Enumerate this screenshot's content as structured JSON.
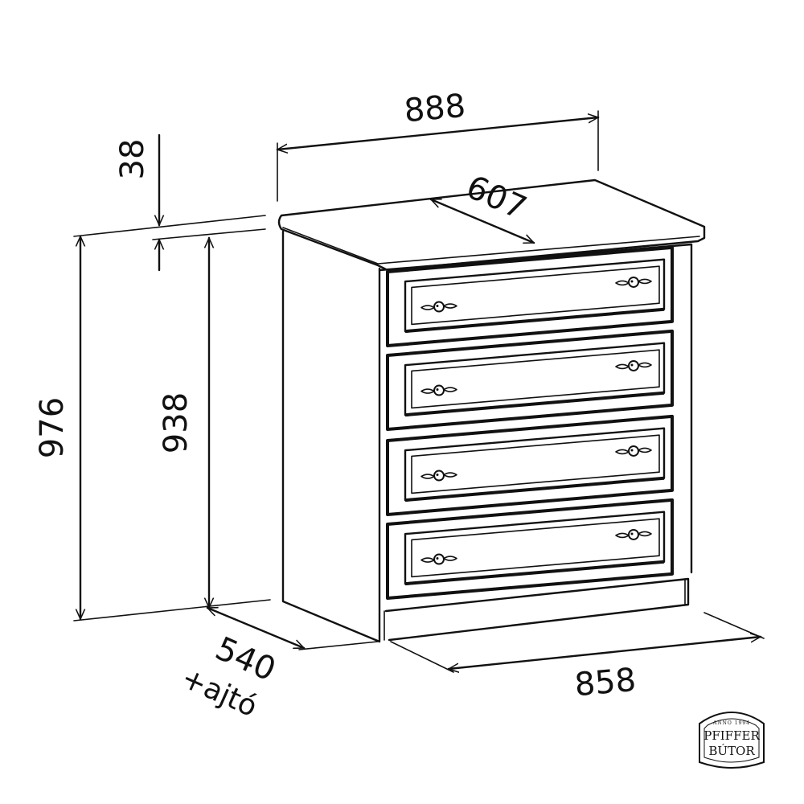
{
  "dimensions": {
    "width_top": "888",
    "depth_top": "607",
    "top_thickness": "38",
    "total_height": "976",
    "body_height": "938",
    "depth_body": "540",
    "depth_note": "+ajtó",
    "width_body": "858"
  },
  "logo": {
    "brand_line1": "PFIFFER",
    "brand_line2": "BÚTOR",
    "anno": "ANNO 1994"
  },
  "drawers": [
    {
      "id": 1
    },
    {
      "id": 2
    },
    {
      "id": 3
    },
    {
      "id": 4
    }
  ]
}
